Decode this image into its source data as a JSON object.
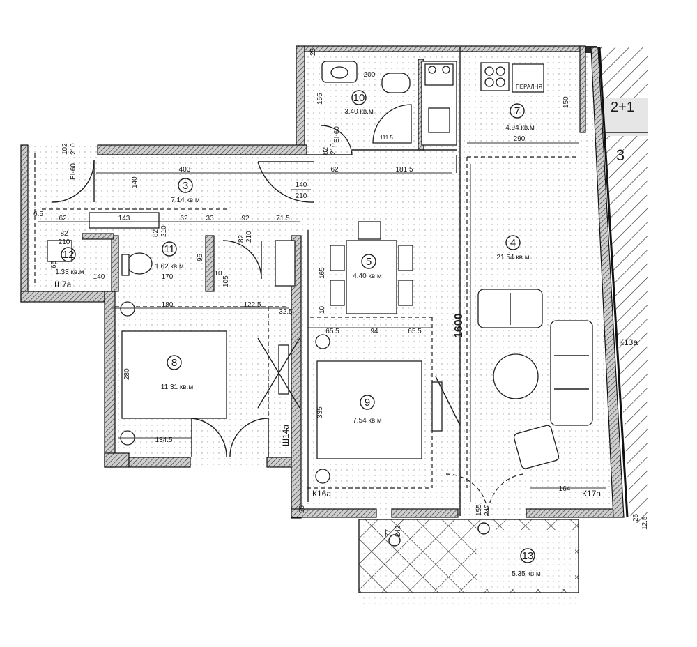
{
  "rooms": [
    {
      "id": "r3",
      "number": "3",
      "area": "7.14 кв.м"
    },
    {
      "id": "r4",
      "number": "4",
      "area": "21.54 кв.м"
    },
    {
      "id": "r5",
      "number": "5",
      "area": "4.40 кв.м"
    },
    {
      "id": "r7",
      "number": "7",
      "area": "4.94 кв.м"
    },
    {
      "id": "r8",
      "number": "8",
      "area": "11.31 кв.м"
    },
    {
      "id": "r9",
      "number": "9",
      "area": "7.54 кв.м"
    },
    {
      "id": "r10",
      "number": "10",
      "area": "3.40 кв.м"
    },
    {
      "id": "r11",
      "number": "11",
      "area": "1.62 кв.м"
    },
    {
      "id": "r12",
      "number": "12",
      "area": "1.33 кв.м"
    },
    {
      "id": "r13",
      "number": "13",
      "area": "5.35 кв.м"
    }
  ],
  "neighbor_units": {
    "top_right": "2+1",
    "right": "3"
  },
  "wall_labels": {
    "k13": "К13а",
    "k17": "К17а",
    "k16": "К16а",
    "sh14": "Ш14а",
    "sh7": "Ш7а"
  },
  "appliance_labels": {
    "washer": "ПЕРАЛНЯ",
    "shower": "111.5"
  },
  "door_labels": {
    "d_main": [
      "140",
      "210"
    ],
    "d_ei60": [
      "102",
      "210",
      "EI-60"
    ],
    "d_bath": [
      "82",
      "210",
      "EI-60"
    ],
    "d_12": [
      "82",
      "210"
    ],
    "d_11": [
      "82",
      "210"
    ],
    "d_closet": [
      "82",
      "210"
    ],
    "d_balcony15": [
      "77",
      "242"
    ],
    "d_balcony16": [
      "155",
      "242"
    ]
  },
  "dimensions": {
    "d403": "403",
    "d62a": "62",
    "d181_5": "181.5",
    "d200": "200",
    "d290": "290",
    "d140v": "140",
    "d6_5": "6.5",
    "d62b": "62",
    "d143": "143",
    "d62c": "62",
    "d33": "33",
    "d92": "92",
    "d71_5": "71.5",
    "d140h": "140",
    "d170": "170",
    "d95": "95",
    "d10": "10",
    "d105": "105",
    "d65": "65",
    "d180": "180",
    "d122_5": "122.5",
    "d32_5": "32.5",
    "d165": "165",
    "d10b": "10",
    "d65_5a": "65.5",
    "d94": "94",
    "d65_5b": "65.5",
    "d280": "280",
    "d335": "335",
    "d134_5": "134.5",
    "d164": "164",
    "d1600": "1600",
    "d25a": "25",
    "d25b": "25",
    "d25c": "25",
    "d12_5": "12.5",
    "d155": "155",
    "d150": "150"
  }
}
